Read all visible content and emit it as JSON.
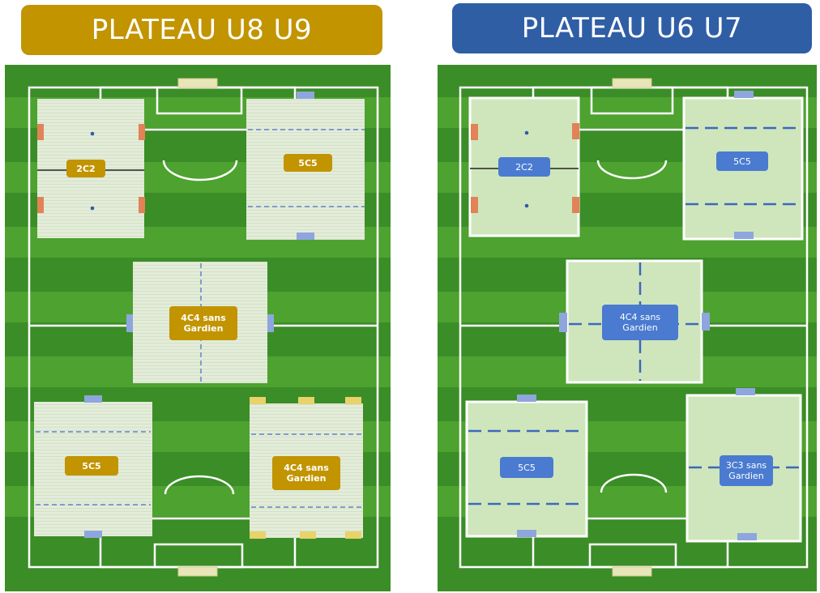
{
  "colors": {
    "u8_title_bg": "#c19400",
    "u6_title_bg": "#2f5ea5",
    "grass_dark": "#3b8d27",
    "grass_light": "#4ea230",
    "zone_fill_striped": "#dfe9d4",
    "zone_fill_plain": "#cfe6bc",
    "line": "#ffffff",
    "goal_blue": "#8ea6dd",
    "goal_orange": "#e28257",
    "goal_yellow": "#e8d26a"
  },
  "plateau_u8_u9": {
    "title": "PLATEAU U8 U9",
    "zones": {
      "zone_2c2": {
        "label": "2C2"
      },
      "zone_5c5_top": {
        "label": "5C5"
      },
      "zone_4c4_center": {
        "label_line1": "4C4 sans",
        "label_line2": "Gardien"
      },
      "zone_5c5_bottom": {
        "label": "5C5"
      },
      "zone_4c4_bottom": {
        "label_line1": "4C4 sans",
        "label_line2": "Gardien"
      }
    }
  },
  "plateau_u6_u7": {
    "title": "PLATEAU U6 U7",
    "zones": {
      "zone_2c2": {
        "label": "2C2"
      },
      "zone_5c5_top": {
        "label": "5C5"
      },
      "zone_4c4_center": {
        "label_line1": "4C4 sans",
        "label_line2": "Gardien"
      },
      "zone_5c5_bottom": {
        "label": "5C5"
      },
      "zone_3c3_bottom": {
        "label_line1": "3C3 sans",
        "label_line2": "Gardien"
      }
    }
  }
}
